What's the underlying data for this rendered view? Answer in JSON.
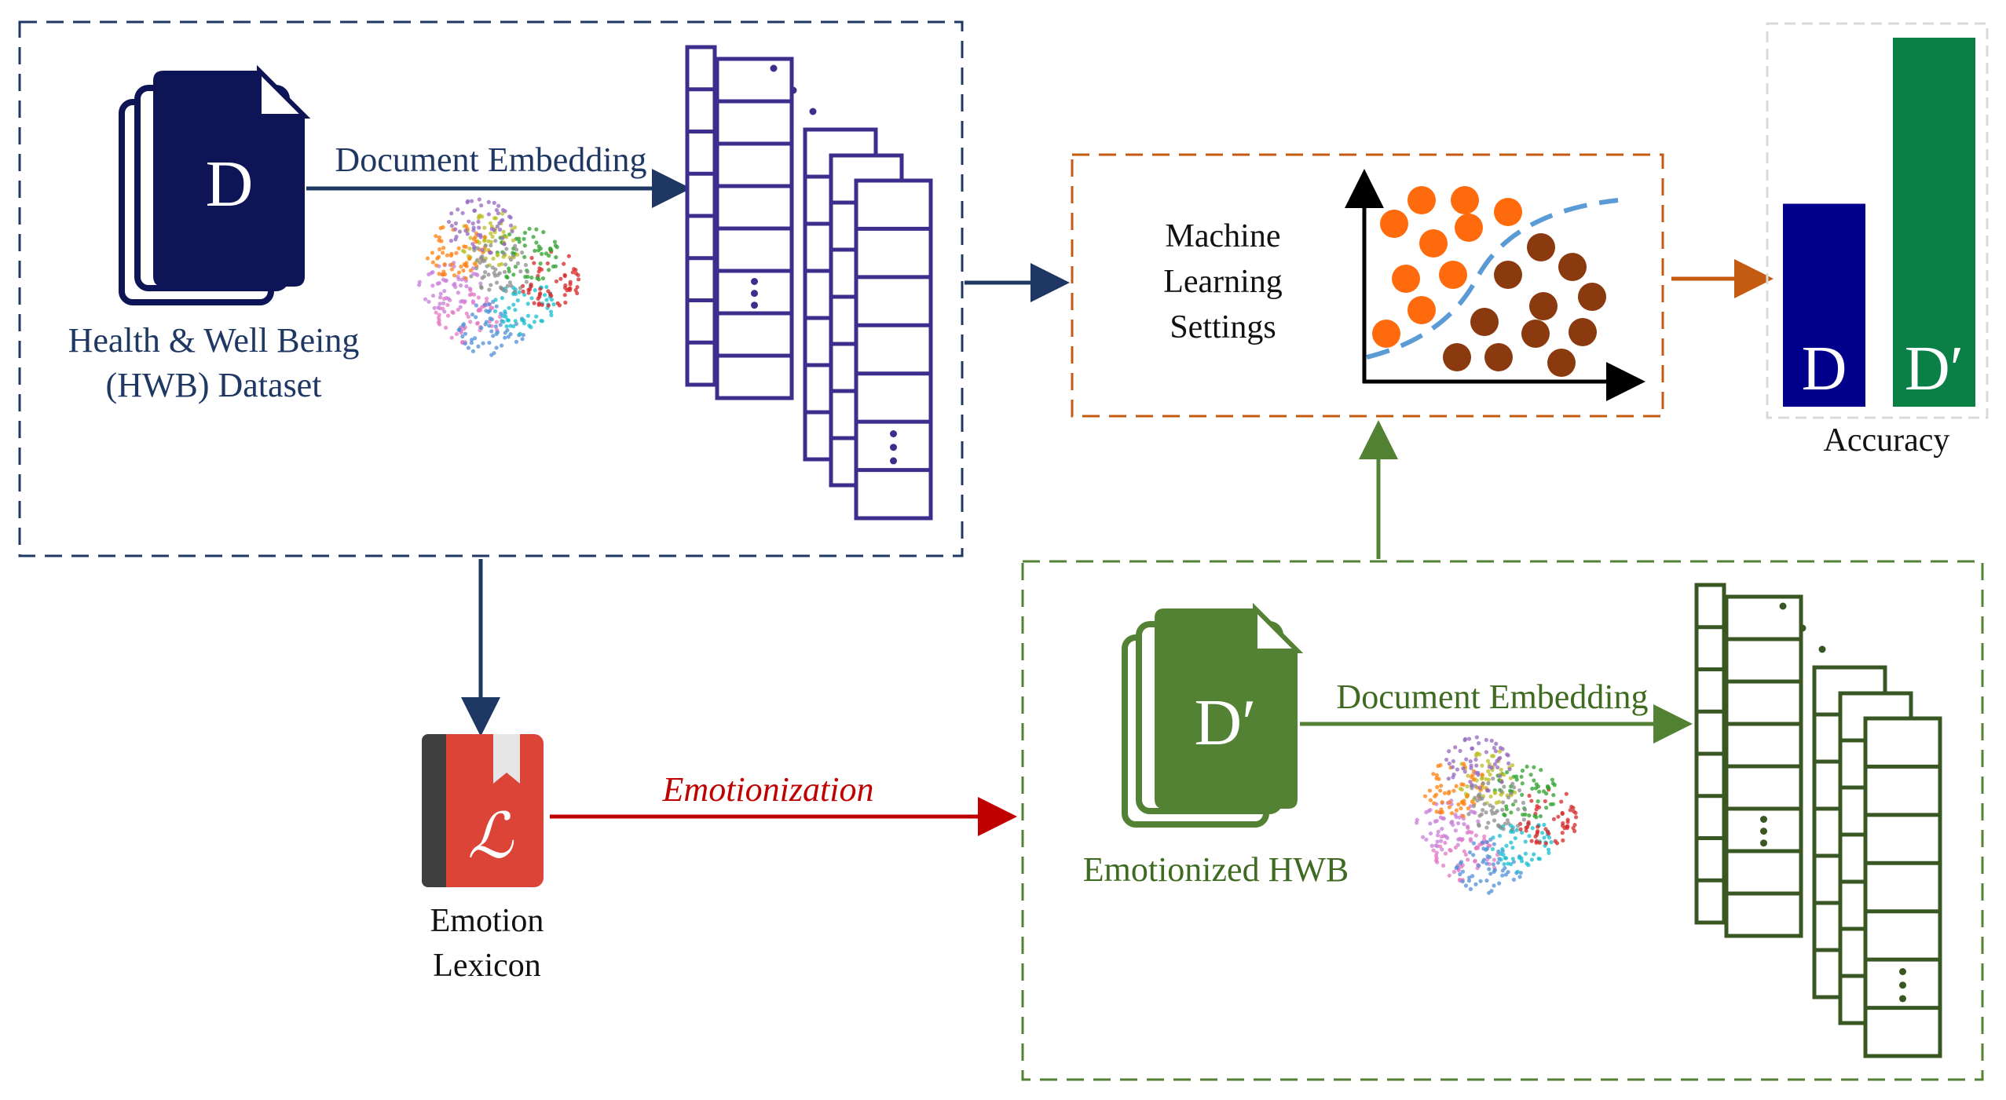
{
  "hwb_dataset": {
    "doc_letter": "D",
    "label_line1": "Health & Well Being",
    "label_line2": "(HWB) Dataset",
    "embedding_label": "Document Embedding"
  },
  "ml": {
    "label_line1": "Machine",
    "label_line2": "Learning",
    "label_line3": "Settings"
  },
  "accuracy": {
    "label": "Accuracy",
    "bars": [
      {
        "letter": "D",
        "color": "#00008B",
        "relative_value": 0.55
      },
      {
        "letter": "D′",
        "color": "#0A7F46",
        "relative_value": 1.0
      }
    ]
  },
  "lexicon": {
    "letter": "ℒ",
    "label_line1": "Emotion",
    "label_line2": "Lexicon"
  },
  "emotionization": {
    "label": "Emotionization"
  },
  "emotionized": {
    "doc_letter": "D′",
    "label": "Emotionized HWB",
    "embedding_label": "Document Embedding"
  },
  "colors": {
    "navy": "#1F3763",
    "doc_navy": "#0D1557",
    "purple": "#3B2E8C",
    "orange": "#C55A11",
    "green": "#548235",
    "dark_green": "#385723",
    "red": "#C00000",
    "dot_orange": "#FF6A0D",
    "dot_brown": "#8B3A0F"
  }
}
